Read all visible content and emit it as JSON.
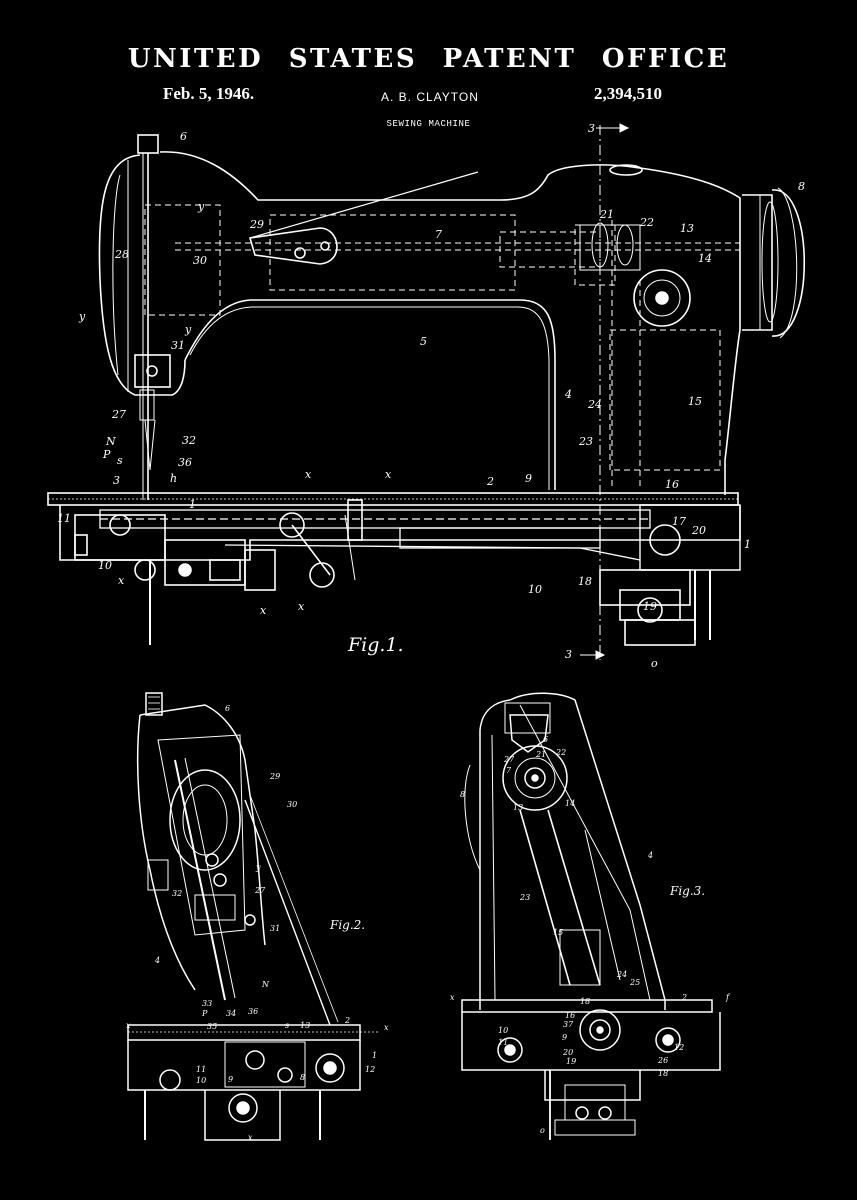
{
  "header": {
    "office": "UNITED STATES PATENT OFFICE",
    "date": "Feb. 5, 1946.",
    "inventor": "A. B. CLAYTON",
    "patent_number": "2,394,510",
    "title": "SEWING MACHINE"
  },
  "figures": {
    "fig1": "Fig.1.",
    "fig2": "Fig.2.",
    "fig3": "Fig.3."
  },
  "colors": {
    "background": "#000000",
    "ink": "#ffffff"
  }
}
